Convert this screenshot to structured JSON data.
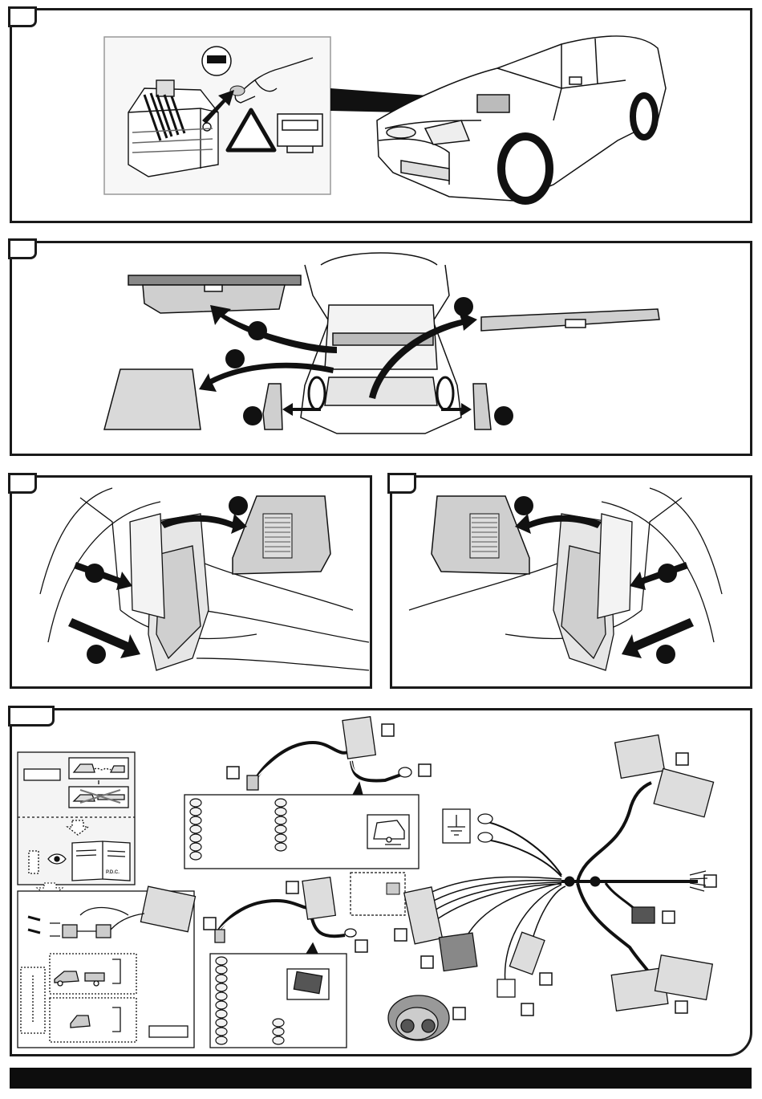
{
  "page": {
    "title": ""
  },
  "steps": [
    {
      "id": "step-1",
      "label": ""
    },
    {
      "id": "step-2",
      "label": ""
    },
    {
      "id": "step-3a",
      "label": ""
    },
    {
      "id": "step-3b",
      "label": ""
    },
    {
      "id": "step-4",
      "label": ""
    }
  ],
  "labels": {
    "pdc": "P.D.C."
  },
  "icons": [
    "minus-icon",
    "warning-triangle-icon",
    "ground-symbol-icon",
    "caravan-icon",
    "book-icon",
    "eye-icon"
  ],
  "colors": {
    "frame": "#1a1a1a",
    "trim_fill": "#cfcfcf",
    "footer": "#0d0d0d"
  }
}
